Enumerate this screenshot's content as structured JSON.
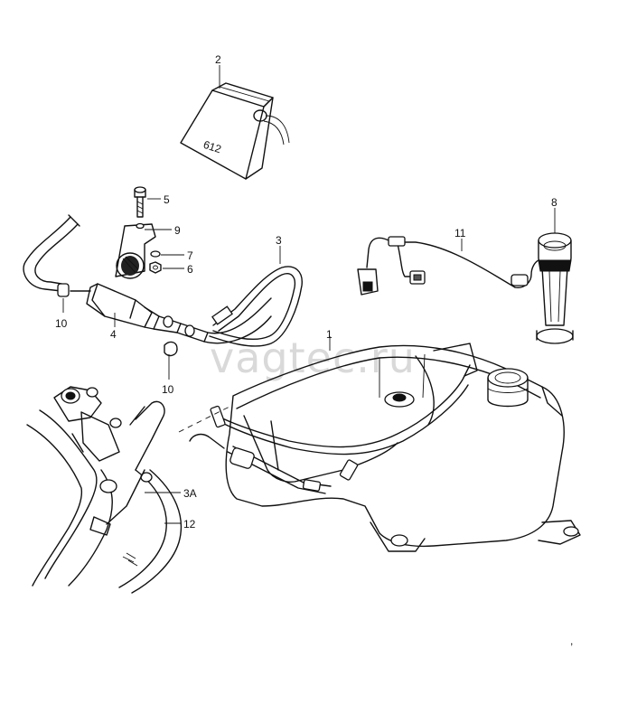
{
  "watermark": "vagtec.ru",
  "canister_marking": "612",
  "callouts": {
    "c1": "1",
    "c2": "2",
    "c3": "3",
    "c3a": "3A",
    "c4": "4",
    "c5": "5",
    "c6": "6",
    "c7": "7",
    "c8": "8",
    "c9": "9",
    "c10a": "10",
    "c10b": "10",
    "c11": "11",
    "c12": "12"
  }
}
